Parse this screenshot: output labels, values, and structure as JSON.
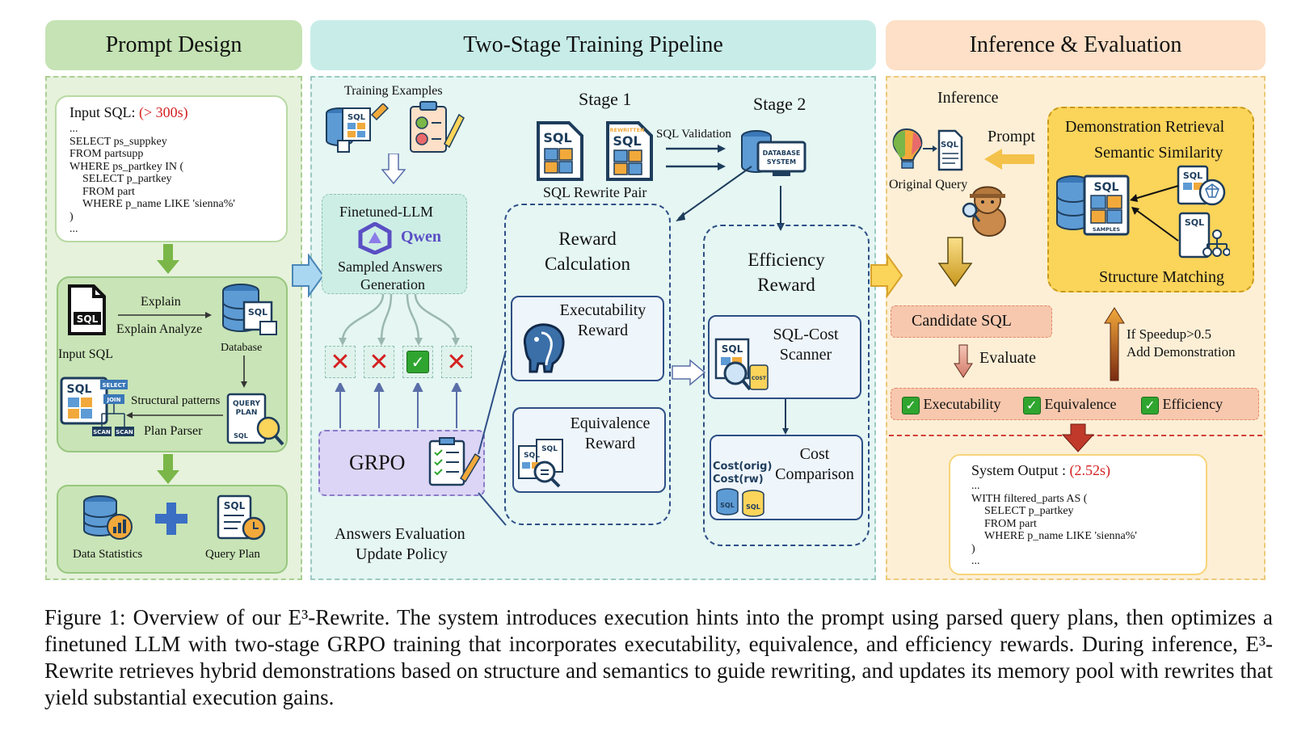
{
  "panels": {
    "prompt_design": "Prompt Design",
    "training": "Two-Stage Training Pipeline",
    "inference": "Inference & Evaluation"
  },
  "prompt": {
    "input_sql_label": "Input SQL: ",
    "input_sql_time": "(> 300s)",
    "code": [
      "...",
      "SELECT ps_suppkey",
      "FROM partsupp",
      "WHERE ps_partkey IN (",
      "    SELECT p_partkey",
      "    FROM part",
      "    WHERE p_name LIKE 'sienna%'",
      ")",
      "..."
    ],
    "explain": "Explain",
    "explain_analyze": "Explain Analyze",
    "input_sql": "Input SQL",
    "database": "Database",
    "structural_patterns": "Structural patterns",
    "plan_parser": "Plan Parser",
    "data_statistics": "Data Statistics",
    "query_plan": "Query Plan",
    "icon_sql": "SQL",
    "icon_query_plan": "QUERY PLAN",
    "icon_select": "SELECT",
    "icon_join": "JOIN",
    "icon_scan": "SCAN"
  },
  "training": {
    "training_examples": "Training Examples",
    "finetuned_llm": "Finetuned-LLM",
    "qwen": "Qwen",
    "sampled_answers": "Sampled  Answers",
    "generation": "Generation",
    "grpo": "GRPO",
    "answers_evaluation": "Answers Evaluation",
    "update_policy": "Update Policy",
    "stage1": "Stage 1",
    "stage2": "Stage 2",
    "sql_validation": "SQL Validation",
    "sql_rewrite_pair": "SQL Rewrite Pair",
    "rewritten": "REWRITTEN",
    "database_system": "DATABASE SYSTEM",
    "reward_calculation_1": "Reward",
    "reward_calculation_2": "Calculation",
    "executability_reward_1": "Executability",
    "executability_reward_2": "Reward",
    "equivalence_reward_1": "Equivalence",
    "equivalence_reward_2": "Reward",
    "efficiency_reward_1": "Efficiency",
    "efficiency_reward_2": "Reward",
    "sql_cost_scanner_1": "SQL-Cost",
    "sql_cost_scanner_2": "Scanner",
    "cost_comparison_1": "Cost",
    "cost_comparison_2": "Comparison",
    "cost_orig": "Cost(orig)",
    "cost_rw": "Cost(rw)",
    "cost_badge": "COST"
  },
  "inference": {
    "inference": "Inference",
    "prompt": "Prompt",
    "original_query": "Original Query",
    "demonstration_retrieval": "Demonstration Retrieval",
    "semantic_similarity": "Semantic Similarity",
    "structure_matching": "Structure Matching",
    "samples": "SAMPLES",
    "candidate_sql": "Candidate SQL",
    "evaluate": "Evaluate",
    "if_speedup": "If Speedup>0.5",
    "add_demonstration": "Add Demonstration",
    "executability": "Executability",
    "equivalence": "Equivalence",
    "efficiency": "Efficiency",
    "system_output_label": "System Output : ",
    "system_output_time": "(2.52s)",
    "output_code": [
      "...",
      "WITH filtered_parts AS (",
      "    SELECT p_partkey",
      "    FROM part",
      "    WHERE p_name LIKE 'sienna%'",
      ")",
      "..."
    ]
  },
  "caption": "Figure 1: Overview of our E³-Rewrite. The system introduces execution hints into the prompt using parsed query plans, then optimizes a finetuned LLM with two-stage GRPO training that incorporates executability, equivalence, and efficiency rewards. During inference, E³-Rewrite retrieves hybrid demonstrations based on structure and semantics to guide rewriting, and updates its memory pool with rewrites that yield substantial execution gains.",
  "colors": {
    "green_head": "#c5e3b4",
    "green_body": "#e6f2dc",
    "teal_head": "#c8ede9",
    "teal_body": "#e5f6f3",
    "orange_head": "#fde0c7",
    "orange_body": "#fdefd6",
    "gold": "#fbd45a",
    "grpo": "#dcd5f5"
  }
}
